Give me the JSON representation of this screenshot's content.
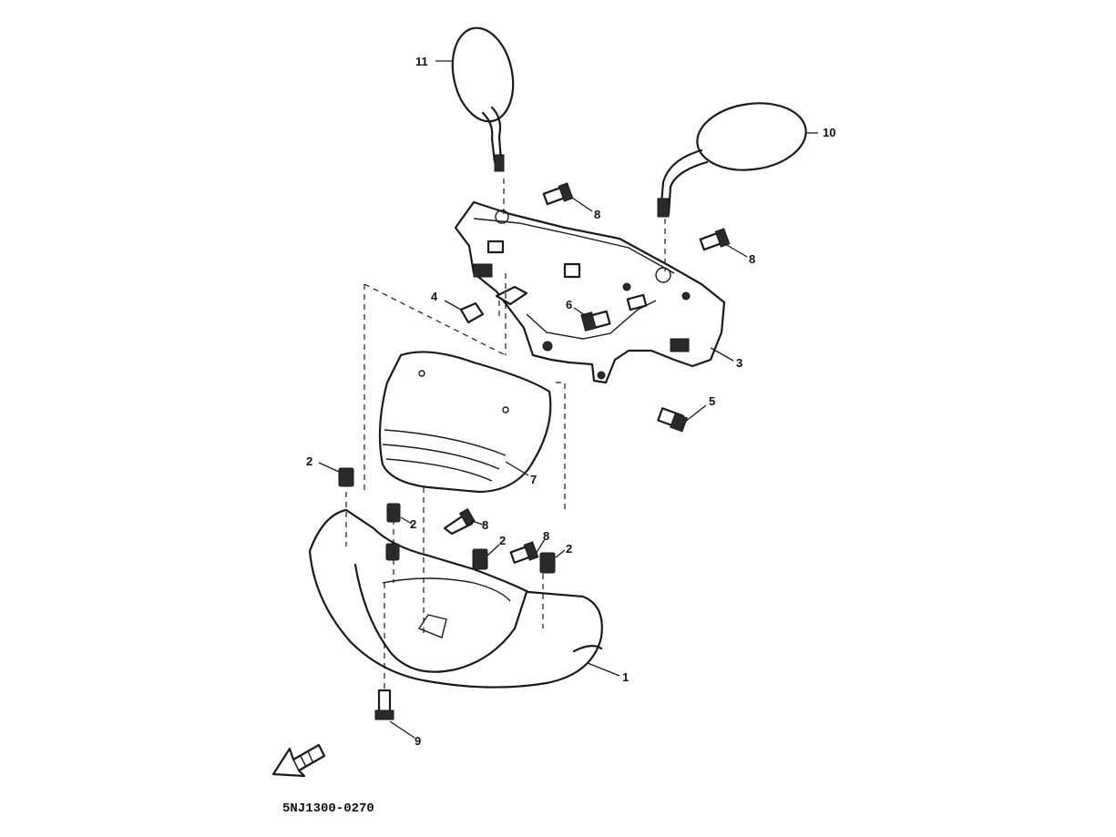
{
  "diagram": {
    "code": "5NJ1300-0270",
    "callouts": {
      "c1": "1",
      "c2a": "2",
      "c2b": "2",
      "c2c": "2",
      "c2d": "2",
      "c3": "3",
      "c4": "4",
      "c5": "5",
      "c6": "6",
      "c7": "7",
      "c8a": "8",
      "c8b": "8",
      "c8c": "8",
      "c8d": "8",
      "c9": "9",
      "c10": "10",
      "c11": "11"
    }
  }
}
